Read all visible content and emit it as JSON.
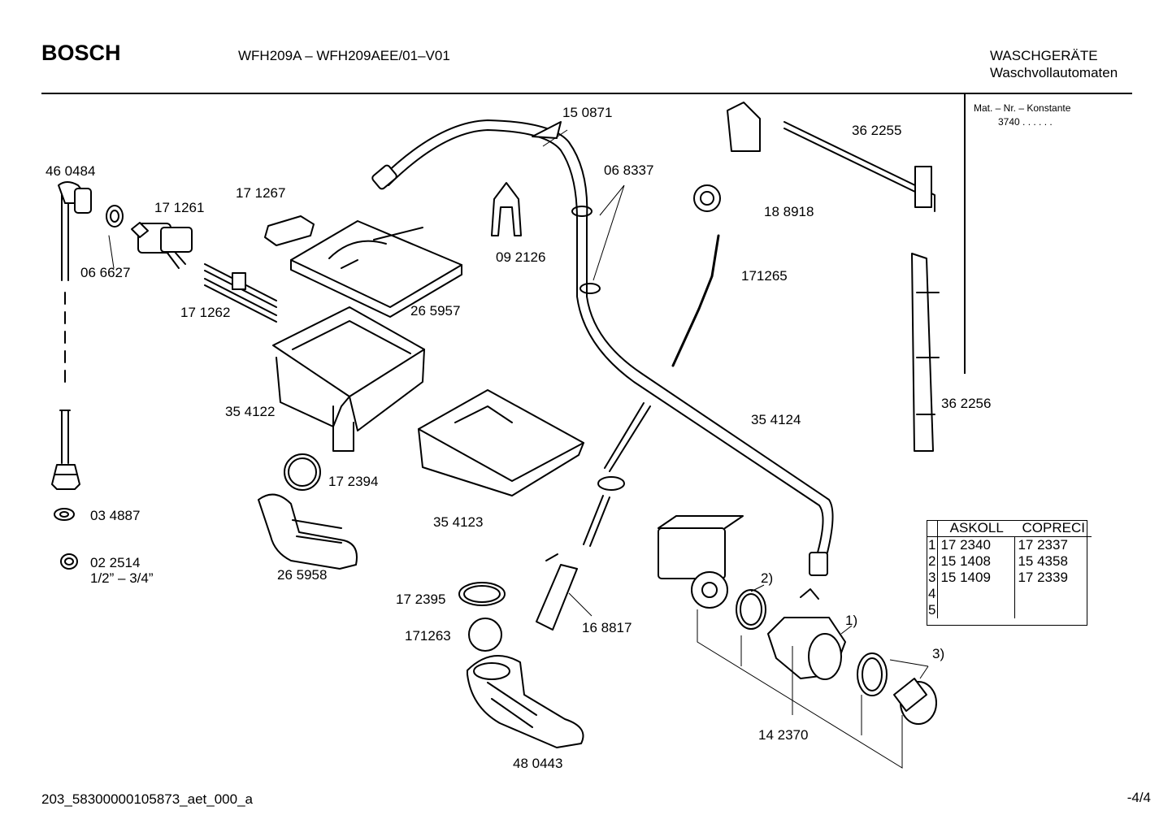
{
  "header": {
    "brand": "BOSCH",
    "model": "WFH209A – WFH209AEE/01–V01",
    "category_line1": "WASCHGERÄTE",
    "category_line2": "Waschvollautomaten"
  },
  "mat_info": {
    "label": "Mat. – Nr. – Konstante",
    "value": "3740  .  .  .  .  .  ."
  },
  "parts": {
    "p460484": "46 0484",
    "p171261": "17 1261",
    "p171267": "17 1267",
    "p150871": "15 0871",
    "p068337": "06 8337",
    "p362255": "36 2255",
    "p066627": "06 6627",
    "p092126": "09 2126",
    "p188918": "18 8918",
    "p171265": "171265",
    "p171262": "17 1262",
    "p265957": "26 5957",
    "p354122": "35 4122",
    "p354124": "35 4124",
    "p362256": "36 2256",
    "p172394": "17 2394",
    "p034887": "03 4887",
    "p354123": "35 4123",
    "p022514": "02 2514",
    "p022514_size": "1/2” – 3/4”",
    "p265958": "26 5958",
    "p172395": "17 2395",
    "p168817": "16 8817",
    "p171263": "171263",
    "p142370": "14 2370",
    "p480443": "48 0443",
    "note1": "1)",
    "note2": "2)",
    "note3": "3)"
  },
  "pump_table": {
    "headers": [
      "ASKOLL",
      "COPRECI"
    ],
    "rows": [
      {
        "n": "1",
        "askoll": "17 2340",
        "copreci": "17 2337"
      },
      {
        "n": "2",
        "askoll": "15 1408",
        "copreci": "15 4358"
      },
      {
        "n": "3",
        "askoll": "15 1409",
        "copreci": "17 2339"
      },
      {
        "n": "4",
        "askoll": "",
        "copreci": ""
      },
      {
        "n": "5",
        "askoll": "",
        "copreci": ""
      }
    ]
  },
  "footer": {
    "doc_id": "203_58300000105873_aet_000_a",
    "page": "-4/4"
  }
}
